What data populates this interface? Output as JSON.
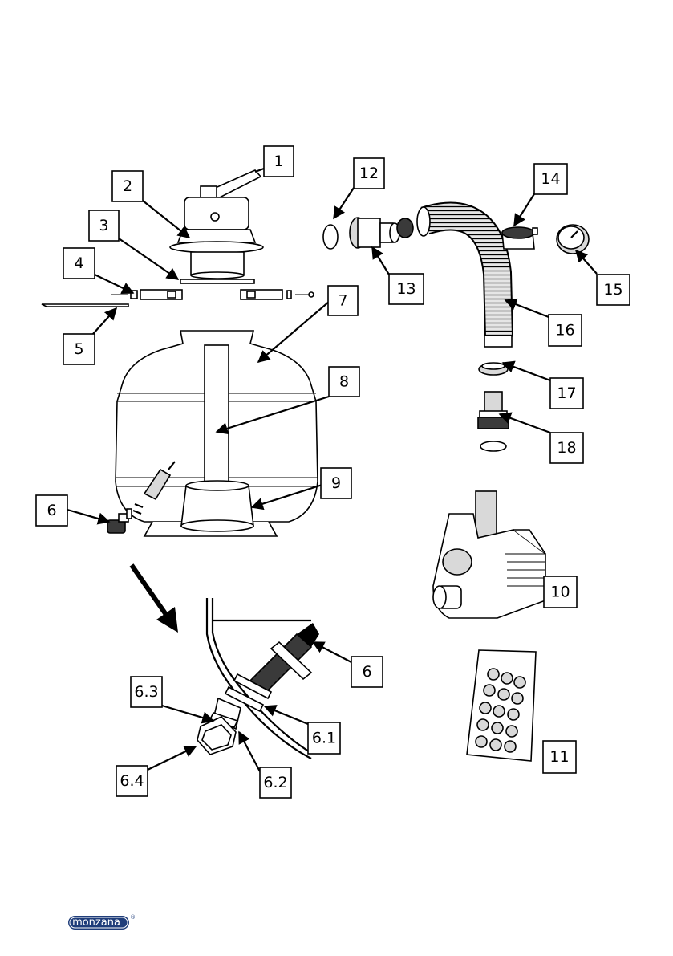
{
  "callouts": {
    "c1": "1",
    "c2": "2",
    "c3": "3",
    "c4": "4",
    "c5": "5",
    "c6": "6",
    "c6b": "6",
    "c6_1": "6.1",
    "c6_2": "6.2",
    "c6_3": "6.3",
    "c6_4": "6.4",
    "c7": "7",
    "c8": "8",
    "c9": "9",
    "c10": "10",
    "c11": "11",
    "c12": "12",
    "c13": "13",
    "c14": "14",
    "c15": "15",
    "c16": "16",
    "c17": "17",
    "c18": "18"
  },
  "brand": {
    "logo_text": "monzana",
    "logo_mark": "®"
  },
  "colors": {
    "line": "#000000",
    "background": "#ffffff",
    "logo": "#1f3d7a"
  }
}
